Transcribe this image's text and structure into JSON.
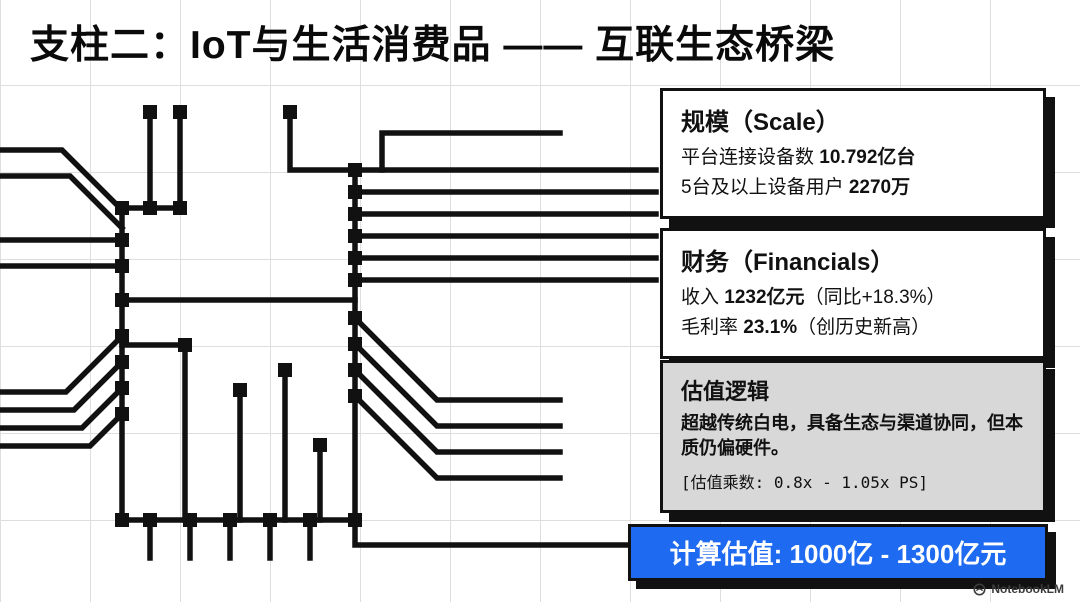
{
  "colors": {
    "banner_blue": "#1e6af0",
    "card_gray": "#d8d8d8",
    "ink": "#111111",
    "grid": "#dedede"
  },
  "header": {
    "title": "支柱二：IoT与生活消费品 —— 互联生态桥梁"
  },
  "cards": {
    "scale": {
      "title": "规模（Scale）",
      "line1_label": "平台连接设备数 ",
      "line1_value": "10.792亿台",
      "line2_label": "5台及以上设备用户 ",
      "line2_value": "2270万"
    },
    "financials": {
      "title": "财务（Financials）",
      "line1_label": "收入 ",
      "line1_value": "1232亿元",
      "line1_note": "（同比+18.3%）",
      "line2_label": "毛利率 ",
      "line2_value": "23.1%",
      "line2_note": "（创历史新高）"
    },
    "valuation": {
      "title": "估值逻辑",
      "body": "超越传统白电，具备生态与渠道协同，但本质仍偏硬件。",
      "multiplier": "[估值乘数: 0.8x - 1.05x PS]"
    }
  },
  "banner": {
    "text": "计算估值: 1000亿 - 1300亿元"
  },
  "footer": {
    "watermark": "NotebookLM"
  }
}
